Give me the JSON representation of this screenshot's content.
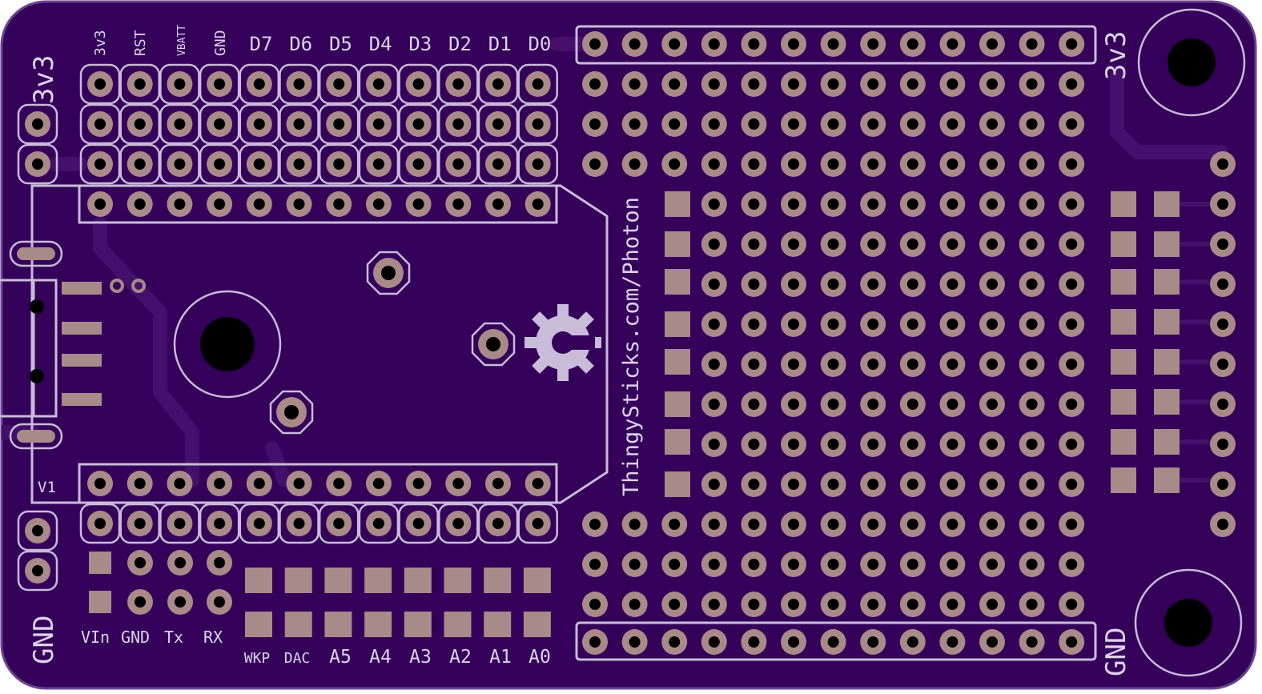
{
  "colors": {
    "board": "#34005a",
    "edge": "#6a4390",
    "trace": "#44106b",
    "silk": "#c8bcd8",
    "copper": "#a88a88",
    "hole": "#000000"
  },
  "labels": {
    "left_top_3v3": "3v3",
    "left_bottom_gnd": "GND",
    "right_top_3v3": "3v3",
    "right_bottom_gnd": "GND",
    "header_top_small": [
      "3v3",
      "RST",
      "VBATT",
      "GND"
    ],
    "header_top_digital": [
      "D7",
      "D6",
      "D5",
      "D4",
      "D3",
      "D2",
      "D1",
      "D0"
    ],
    "bottom_left": [
      "VIn",
      "GND",
      "Tx",
      "RX"
    ],
    "bottom_analog": [
      "WKP",
      "DAC",
      "A5",
      "A4",
      "A3",
      "A2",
      "A1",
      "A0"
    ],
    "module_ref": "V1",
    "vertical_text": "ThingySticks.com/Photon"
  }
}
